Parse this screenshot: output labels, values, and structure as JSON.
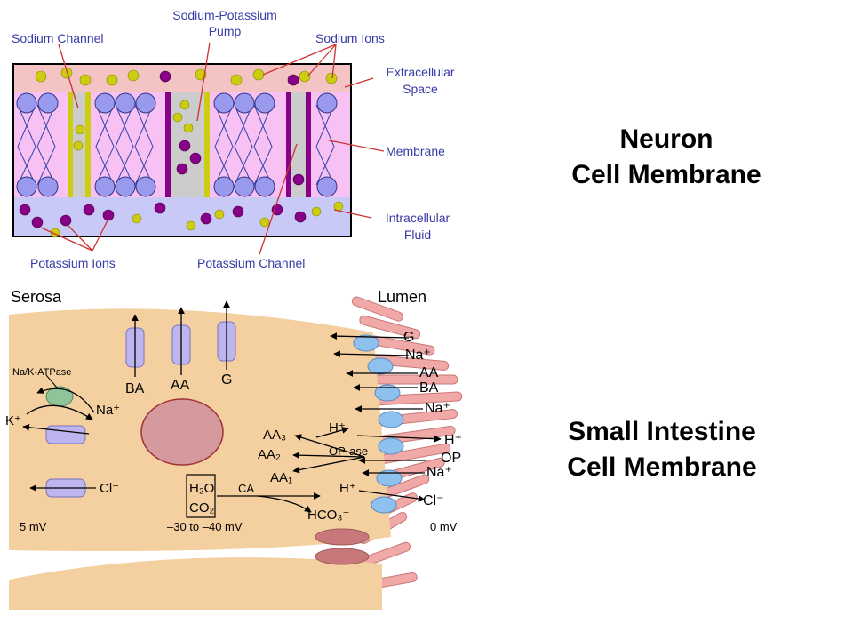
{
  "neuron": {
    "title_line1": "Neuron",
    "title_line2": "Cell Membrane",
    "labels": {
      "sodium_channel": "Sodium Channel",
      "pump_line1": "Sodium-Potassium",
      "pump_line2": "Pump",
      "sodium_ions": "Sodium Ions",
      "extracellular_line1": "Extracellular",
      "extracellular_line2": "Space",
      "membrane": "Membrane",
      "intracellular_line1": "Intracellular",
      "intracellular_line2": "Fluid",
      "potassium_ions": "Potassium Ions",
      "potassium_channel": "Potassium Channel"
    },
    "colors": {
      "extracellular": "#f4c3c3",
      "membrane": "#f7c2f3",
      "intracellular": "#c9c9f7",
      "head": "#9999ee",
      "sodium": "#cccc11",
      "potassium": "#880088"
    }
  },
  "intestine": {
    "title_line1": "Small Intestine",
    "title_line2": "Cell Membrane",
    "labels": {
      "serosa": "Serosa",
      "lumen": "Lumen",
      "atpase": "Na/K-ATPase",
      "k_plus": "K⁺",
      "na_plus_left": "Na⁺",
      "cl_left": "Cl⁻",
      "ba_top": "BA",
      "aa_top": "AA",
      "g_top": "G",
      "mv_left": "5 mV",
      "mv_middle": "–30 to –40 mV",
      "mv_right": "0 mV",
      "h2o": "H₂O",
      "co2": "CO₂",
      "ca": "CA",
      "aa3": "AA₃",
      "aa2": "AA₂",
      "aa1": "AA₁",
      "h_plus_a": "H⁺",
      "op_ase": "OP-ase",
      "h_plus_b": "H⁺",
      "hco3": "HCO₃⁻",
      "lumen_g": "G",
      "lumen_na1": "Na⁺",
      "lumen_aa": "AA",
      "lumen_ba": "BA",
      "lumen_na2": "Na⁺",
      "lumen_h": "H⁺",
      "lumen_op": "OP",
      "lumen_na3": "Na⁺",
      "lumen_cl": "Cl⁻"
    },
    "colors": {
      "cell": "#f4cfa0",
      "nucleus": "#d49a9e",
      "carrier": "#bdb6ee",
      "atpase": "#8fc49a",
      "transporter": "#8fc1ee",
      "villi": "#f0a9a6",
      "junction": "#c8787a"
    }
  }
}
